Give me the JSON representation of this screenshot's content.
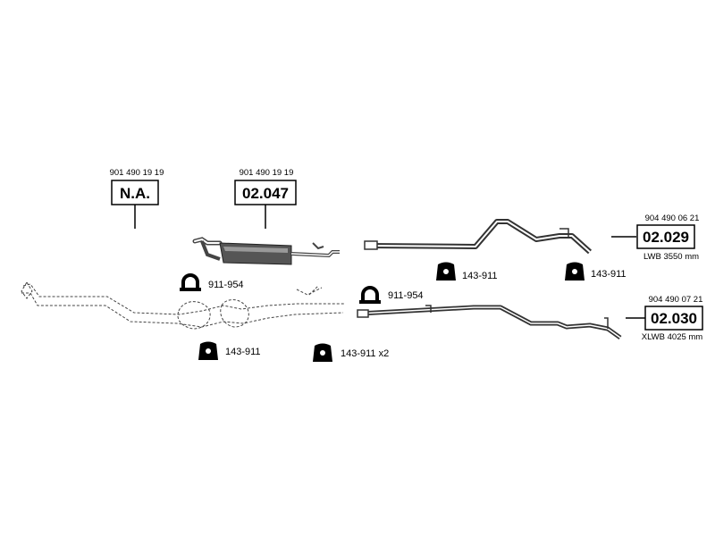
{
  "parts": {
    "na": {
      "oem": "901 490 19 19",
      "code": "N.A."
    },
    "p02047": {
      "oem": "901 490 19 19",
      "code": "02.047"
    },
    "p02029": {
      "oem": "904 490 06 21",
      "code": "02.029",
      "note": "LWB 3550 mm"
    },
    "p02030": {
      "oem": "904 490 07 21",
      "code": "02.030",
      "note": "XLWB 4025 mm"
    }
  },
  "accessories": {
    "clamp_a": "911-954",
    "clamp_b": "911-954",
    "hanger_a": "143-911",
    "hanger_b": "143-911 x2",
    "hanger_c": "143-911",
    "hanger_d": "143-911"
  },
  "icons": {
    "clamp": "u-clamp-icon",
    "hanger": "rubber-hanger-icon"
  }
}
